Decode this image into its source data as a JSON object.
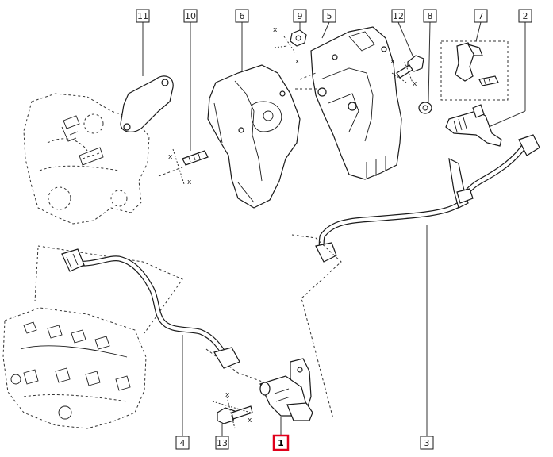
{
  "callouts": [
    {
      "id": "c11",
      "label": "11"
    },
    {
      "id": "c10",
      "label": "10"
    },
    {
      "id": "c6",
      "label": "6"
    },
    {
      "id": "c9",
      "label": "9"
    },
    {
      "id": "c5",
      "label": "5"
    },
    {
      "id": "c12",
      "label": "12"
    },
    {
      "id": "c8",
      "label": "8"
    },
    {
      "id": "c7",
      "label": "7"
    },
    {
      "id": "c2",
      "label": "2"
    },
    {
      "id": "c4",
      "label": "4"
    },
    {
      "id": "c13",
      "label": "13"
    },
    {
      "id": "c1",
      "label": "1"
    },
    {
      "id": "c3",
      "label": "3"
    }
  ],
  "torque_mark": "x",
  "highlight": {
    "callout": "1",
    "color": "#e0001b"
  }
}
